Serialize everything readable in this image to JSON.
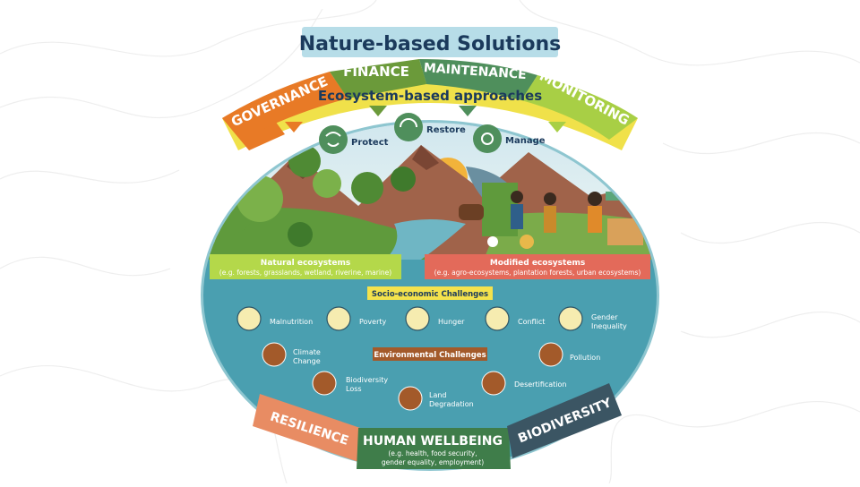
{
  "title": "Nature-based Solutions",
  "top_arc": {
    "governance": "GOVERNANCE",
    "finance": "FINANCE",
    "maintenance": "MAINTENANCE",
    "monitoring": "MONITORING"
  },
  "subtitle": "Ecosystem-based approaches",
  "actions": {
    "protect": "Protect",
    "restore": "Restore",
    "manage": "Manage"
  },
  "natural": {
    "title": "Natural ecosystems",
    "detail": "(e.g. forests, grasslands, wetland, riverine, marine)"
  },
  "modified": {
    "title": "Modified ecosystems",
    "detail": "(e.g. agro-ecosystems, plantation forests, urban ecosystems)"
  },
  "socio_title": "Socio-economic Challenges",
  "socio": {
    "malnutrition": "Malnutrition",
    "poverty": "Poverty",
    "hunger": "Hunger",
    "conflict": "Conflict",
    "gender_1": "Gender",
    "gender_2": "Inequality"
  },
  "env_title": "Environmental Challenges",
  "env": {
    "climate_1": "Climate",
    "climate_2": "Change",
    "pollution": "Pollution",
    "biodiv_1": "Biodiversity",
    "biodiv_2": "Loss",
    "desertification": "Desertification",
    "land_1": "Land",
    "land_2": "Degradation"
  },
  "bottom_arc": {
    "resilience": "RESILIENCE",
    "wellbeing": "HUMAN WELLBEING",
    "wellbeing_detail_1": "(e.g. health, food security,",
    "wellbeing_detail_2": "gender equality, employment)",
    "biodiversity": "BIODIVERSITY"
  },
  "colors": {
    "title_bg": "#b7dde8",
    "title_text": "#1b3a5c",
    "governance": "#e87a26",
    "finance": "#6b9a3a",
    "maintenance": "#4f8f5c",
    "monitoring": "#a8cf45",
    "ecosystem_band": "#f0e14a",
    "water": "#4a9fb0",
    "natural_label": "#b4d84a",
    "modified_label": "#e36a5a",
    "socio_label": "#f4e24c",
    "env_label": "#a35a2a",
    "resilience": "#e88c63",
    "wellbeing": "#3f7d4a",
    "biodiversity": "#3b5563"
  }
}
